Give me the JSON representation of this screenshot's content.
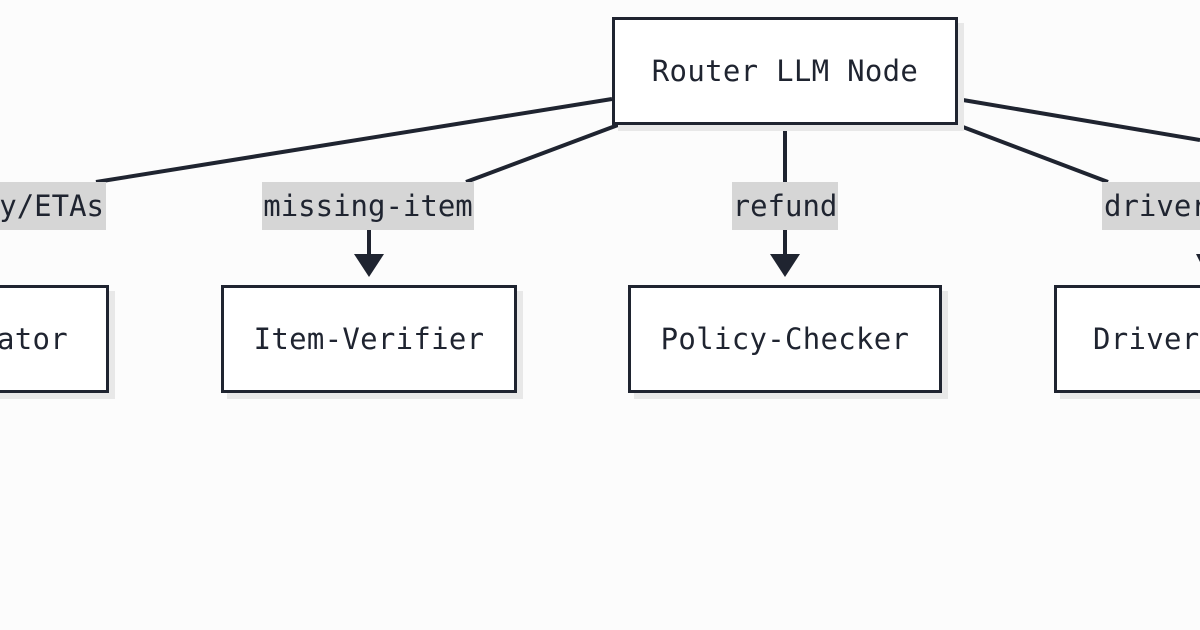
{
  "diagram": {
    "root": {
      "label": "Router LLM Node"
    },
    "edges": [
      {
        "label": "y/ETAs"
      },
      {
        "label": "missing-item"
      },
      {
        "label": "refund"
      },
      {
        "label": "driver"
      }
    ],
    "children": [
      {
        "label": "ator"
      },
      {
        "label": "Item-Verifier"
      },
      {
        "label": "Policy-Checker"
      },
      {
        "label": "Driver-"
      }
    ]
  }
}
